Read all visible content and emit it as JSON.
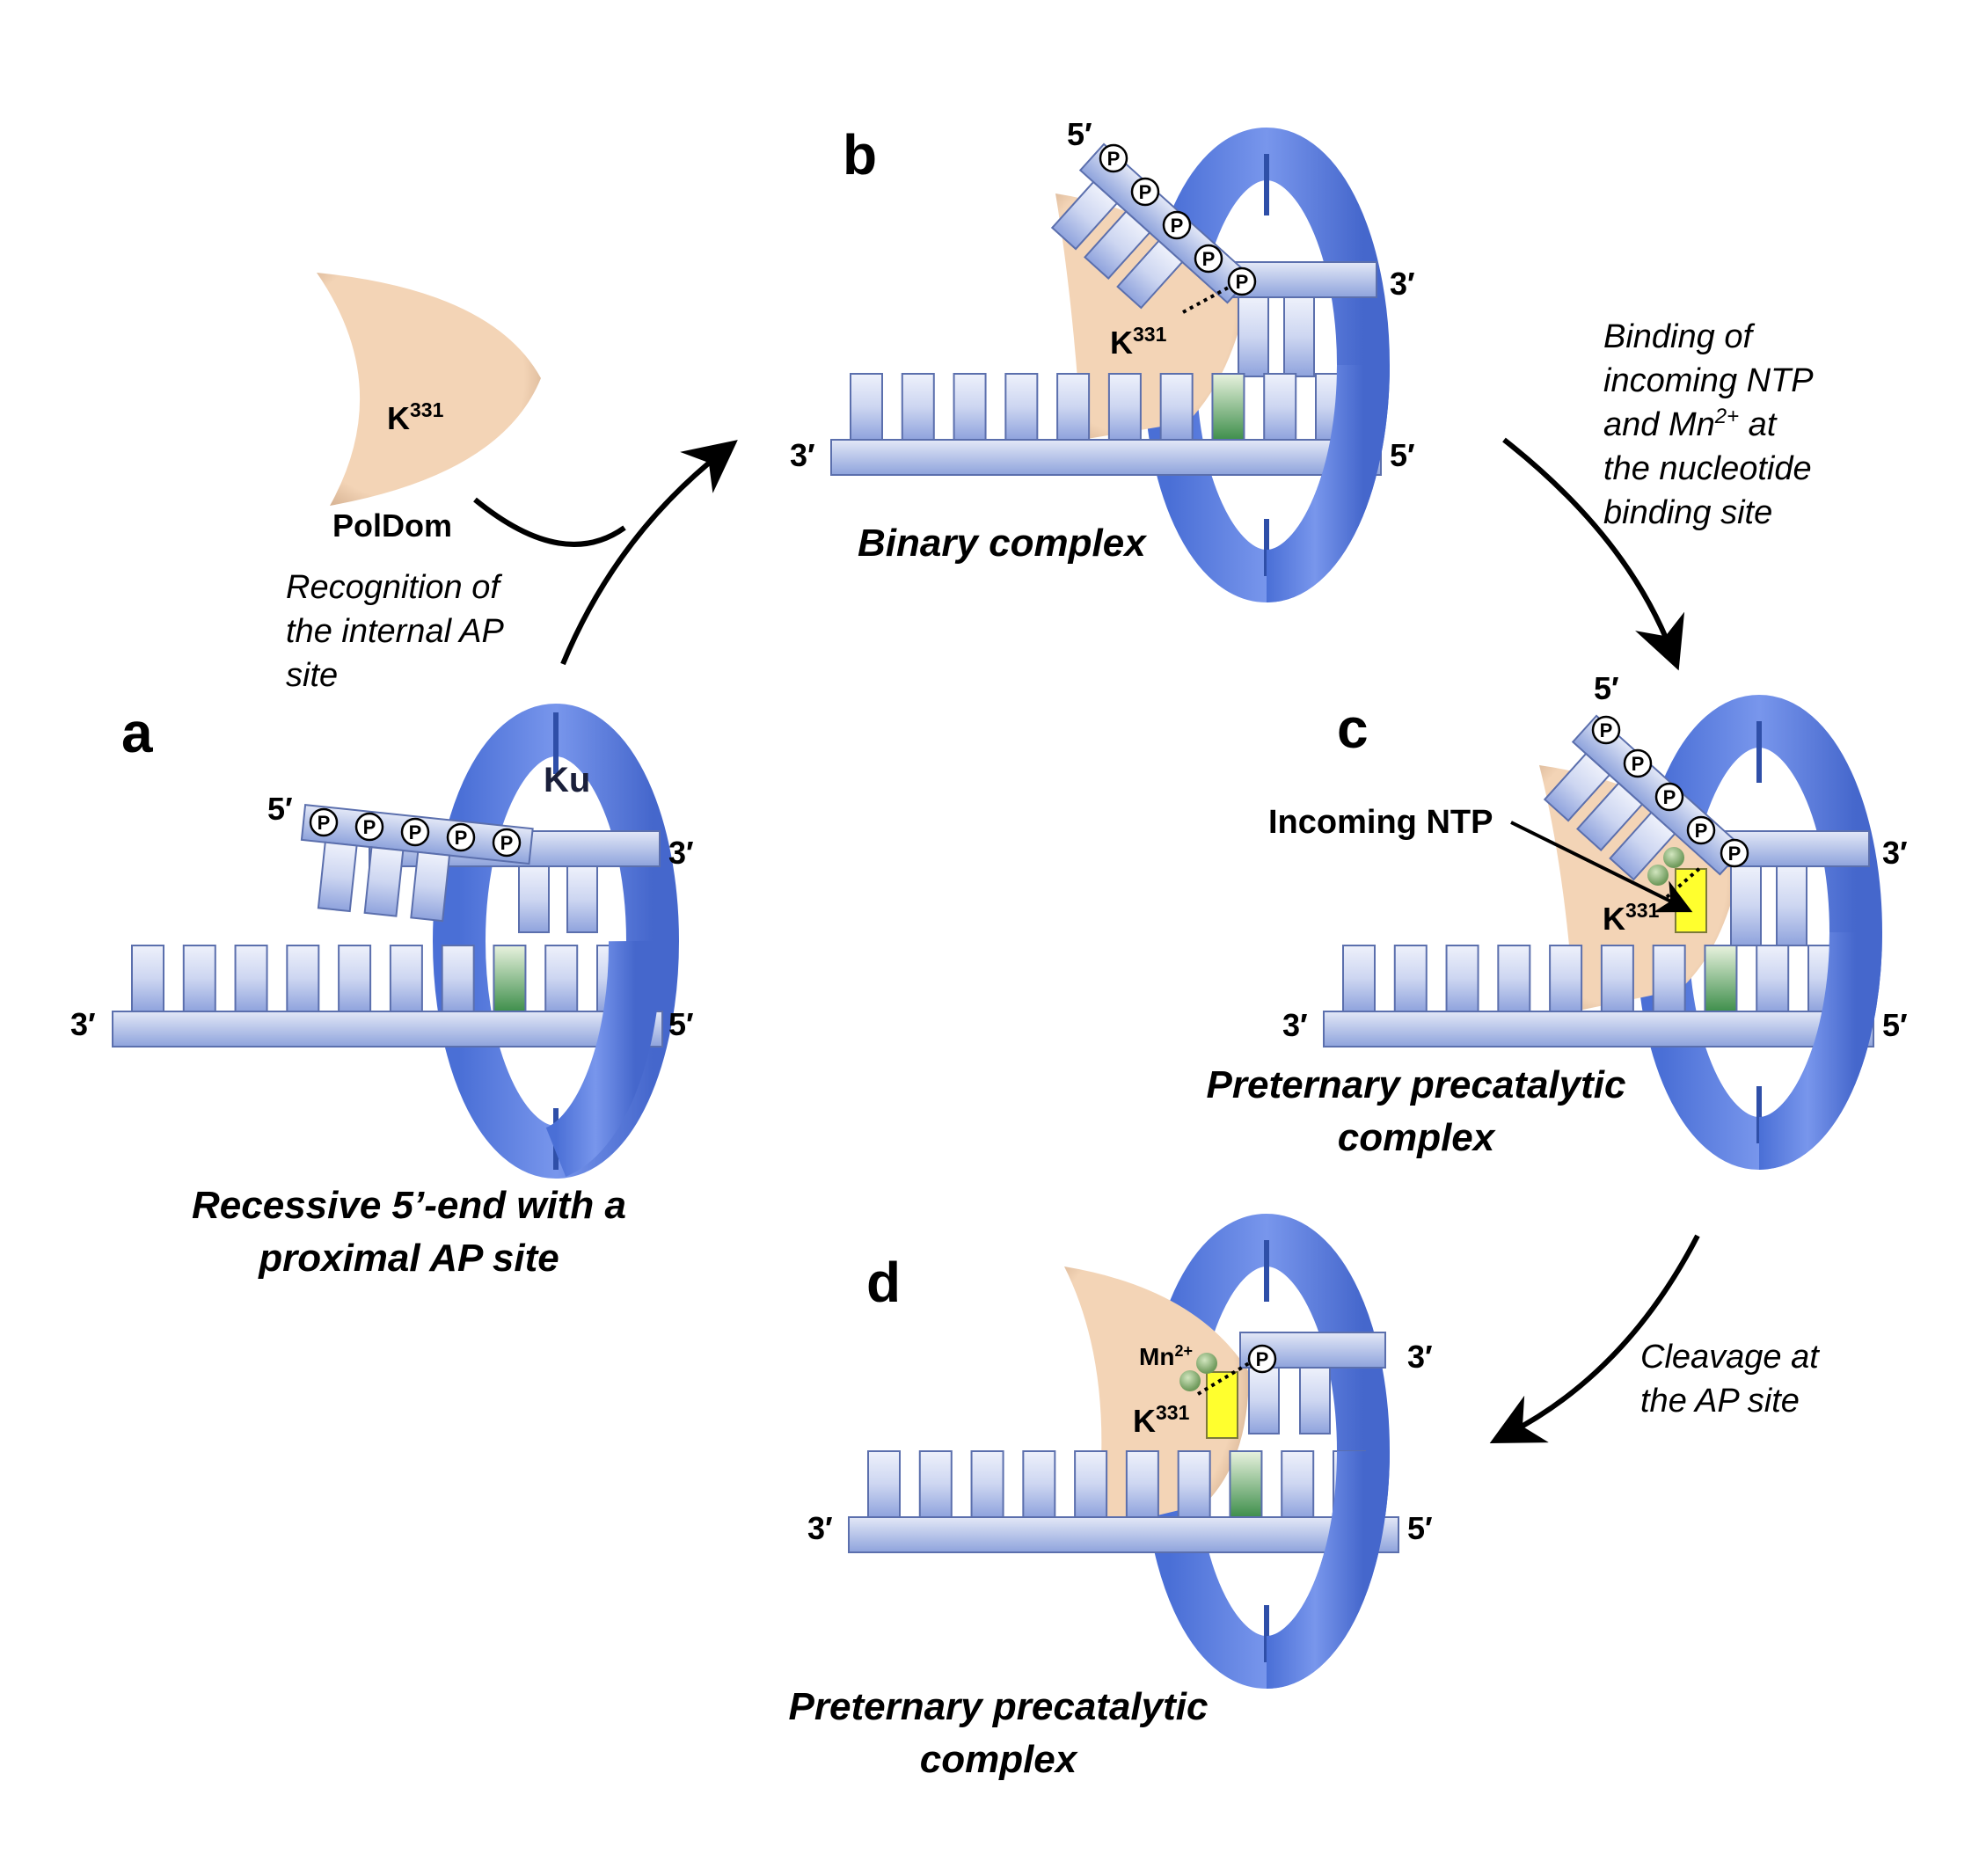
{
  "figure": {
    "colors": {
      "ku_ring": "#5f82e0",
      "ku_ring_dark": "#3b5cb8",
      "dna_light": "#dde3f5",
      "dna_dark": "#8ea3dc",
      "dna_outline": "#5b6fad",
      "poldom": "#f2d2b4",
      "ap_site_green": "#4f9e5a",
      "incoming_ntp_yellow": "#ffff2e",
      "mn_ion": "#8fb07a"
    },
    "panel_a": {
      "letter": "a",
      "protein_label": "Ku",
      "strand_5_prime": "5′",
      "strand_3_prime_top": "3′",
      "strand_3_prime_bottom": "3′",
      "strand_5_prime_bottom": "5′",
      "phosphate_label": "P",
      "phosphate_count": 5,
      "caption_line1": "Recessive 5’-end with a",
      "caption_line2": "proximal AP site"
    },
    "poldom": {
      "residue": "K",
      "residue_number": "331",
      "name": "PolDom"
    },
    "step_a_to_b": {
      "line1": "Recognition of",
      "line2": "the internal AP",
      "line3": "site"
    },
    "panel_b": {
      "letter": "b",
      "strand_5_prime": "5′",
      "strand_3_prime_top": "3′",
      "strand_3_prime_bottom": "3′",
      "strand_5_prime_bottom": "5′",
      "residue": "K",
      "residue_number": "331",
      "phosphate_label": "P",
      "caption": "Binary complex"
    },
    "step_b_to_c": {
      "line1": "Binding of",
      "line2": "incoming NTP",
      "line3_pre": "and Mn",
      "line3_sup": "2+",
      "line3_post": " at",
      "line4": "the nucleotide",
      "line5": "binding site"
    },
    "panel_c": {
      "letter": "c",
      "strand_5_prime": "5′",
      "strand_3_prime_top": "3′",
      "strand_3_prime_bottom": "3′",
      "strand_5_prime_bottom": "5′",
      "residue": "K",
      "residue_number": "331",
      "phosphate_label": "P",
      "ntp_label": "Incoming NTP",
      "caption_line1": "Preternary precatalytic",
      "caption_line2": "complex"
    },
    "step_c_to_d": {
      "line1": "Cleavage at",
      "line2": "the AP site"
    },
    "panel_d": {
      "letter": "d",
      "strand_3_prime_top": "3′",
      "strand_3_prime_bottom": "3′",
      "strand_5_prime_bottom": "5′",
      "residue": "K",
      "residue_number": "331",
      "ion": "Mn",
      "ion_charge": "2+",
      "phosphate_label": "P",
      "caption_line1": "Preternary precatalytic",
      "caption_line2": "complex"
    }
  }
}
